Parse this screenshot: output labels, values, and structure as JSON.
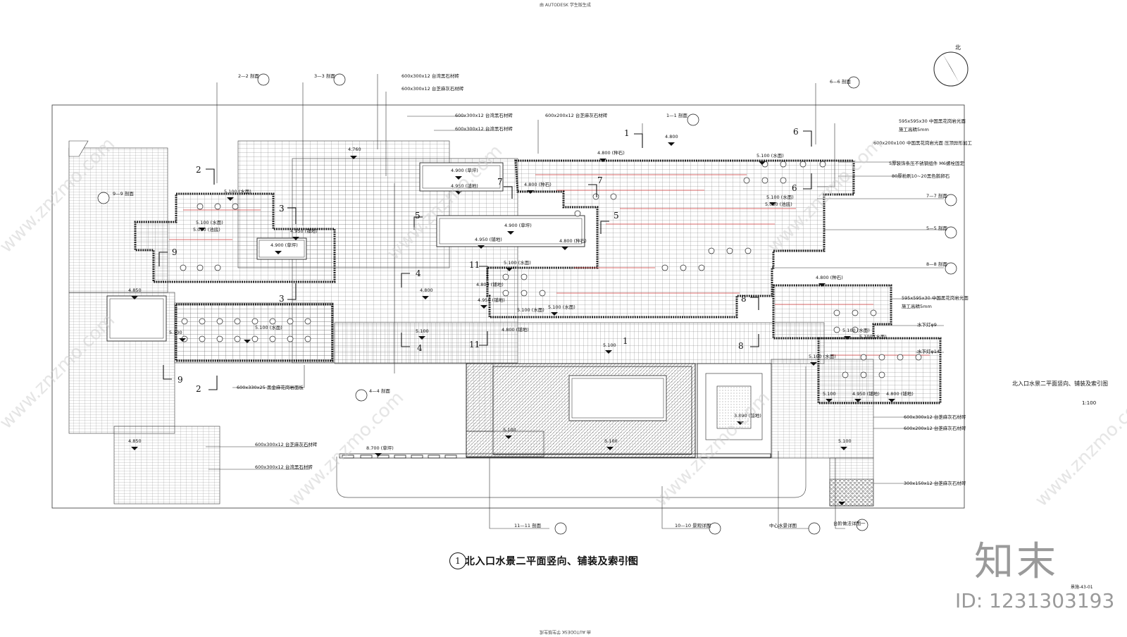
{
  "drawing": {
    "title": "北入口水景二平面竖向、铺装及索引图",
    "title_number": "1",
    "scale": "1:100",
    "side_title": "北入口水景二平面竖向、铺装及索引图",
    "side_scale": "1:100",
    "sheet_number": "景施-43-01",
    "north_label": "北",
    "autodesk_top": "由 AUTODESK 学生版生成",
    "autodesk_bottom": "由 AUTODESK 学生版生成"
  },
  "watermark": {
    "logo": "知末",
    "id": "ID: 1231303193"
  },
  "section_markers": [
    {
      "label": "2—2 剖面",
      "num": "2"
    },
    {
      "label": "3—3 剖面",
      "num": "3"
    },
    {
      "label": "1—1 剖面",
      "num": "1"
    },
    {
      "label": "6—6 剖面",
      "num": "6"
    },
    {
      "label": "9—9 剖面",
      "num": "9"
    },
    {
      "label": "7—7 剖面",
      "num": "7"
    },
    {
      "label": "5—5 剖面",
      "num": "5"
    },
    {
      "label": "8—8 剖面",
      "num": "8"
    },
    {
      "label": "4—4 剖面",
      "num": "4"
    },
    {
      "label": "11—11 剖面",
      "num": "11"
    },
    {
      "label": "10—10 景观详图",
      "num": "10"
    },
    {
      "label": "中心水景详图",
      "num": "详"
    },
    {
      "label": "台阶做法详图一",
      "num": "1"
    }
  ],
  "material_notes": [
    "600x300x12 台湾黑石材砖",
    "600x300x12 台芝麻灰石材砖",
    "600x300x12 台湾黑石材砖",
    "600x200x12 台芝麻灰石材砖",
    "600x300x12 台湾黑石材砖",
    "595x595x30 中国黑花岗岩光面",
    "施工高精5mm",
    "600x200x100 中国黑花岗岩光面  压顶异形加工",
    "5厚装饰条压不锈钢组件  M6螺栓固定",
    "80厚粉刷10~20黑色鹅卵石",
    "595x595x30 中国黑花岗岩光面",
    "施工高精5mm",
    "水下灯φ9",
    "水下灯φ14",
    "600x300x12 台芝麻灰石材砖",
    "600x200x12 台芝麻灰石材砖",
    "300x150x12 台芝麻灰石材砖",
    "600x330x25 黑金麻花岗岩面板",
    "600x300x12 台芝麻灰石材砖",
    "600x300x12 台湾黑石材砖"
  ],
  "elevations": [
    "4.760",
    "4.800",
    "4.800 (池底)",
    "5.100 (水面)",
    "4.900 (草坪)",
    "4.950 (铺地)",
    "5.100 (水面)",
    "5.030 (池底)",
    "4.950 (铺地)",
    "4.900 (草坪)",
    "5.100 (水面)",
    "5.100 (水面)",
    "5.030 (池底)",
    "4.900 (草坪)",
    "4.950 (铺地)",
    "4.800 (池底)",
    "5.100 (水面)",
    "4.800",
    "4.800 (铺地)",
    "4.850",
    "5.100 (水面)",
    "5.100",
    "4.800 (铺地)",
    "4.950 (铺地)",
    "5.100 (水面)",
    "5.100 (水面)",
    "5.100",
    "4.800 (铺地)",
    "5.100 (水面)",
    "5.100 (水面)",
    "5.100 (水面)",
    "5.100",
    "4.950 (铺地)",
    "4.800 (铺地)",
    "5.100",
    "3.890 (铺地)",
    "5.100",
    "4.850",
    "8.700 (草坪)",
    "5.100",
    "4.800",
    "4.900 (草坪)",
    "4.950 (铺地)",
    "4.800 (铺地)"
  ],
  "cut_numbers": [
    "2",
    "3",
    "9",
    "1",
    "6",
    "7",
    "5",
    "4",
    "11",
    "8"
  ]
}
